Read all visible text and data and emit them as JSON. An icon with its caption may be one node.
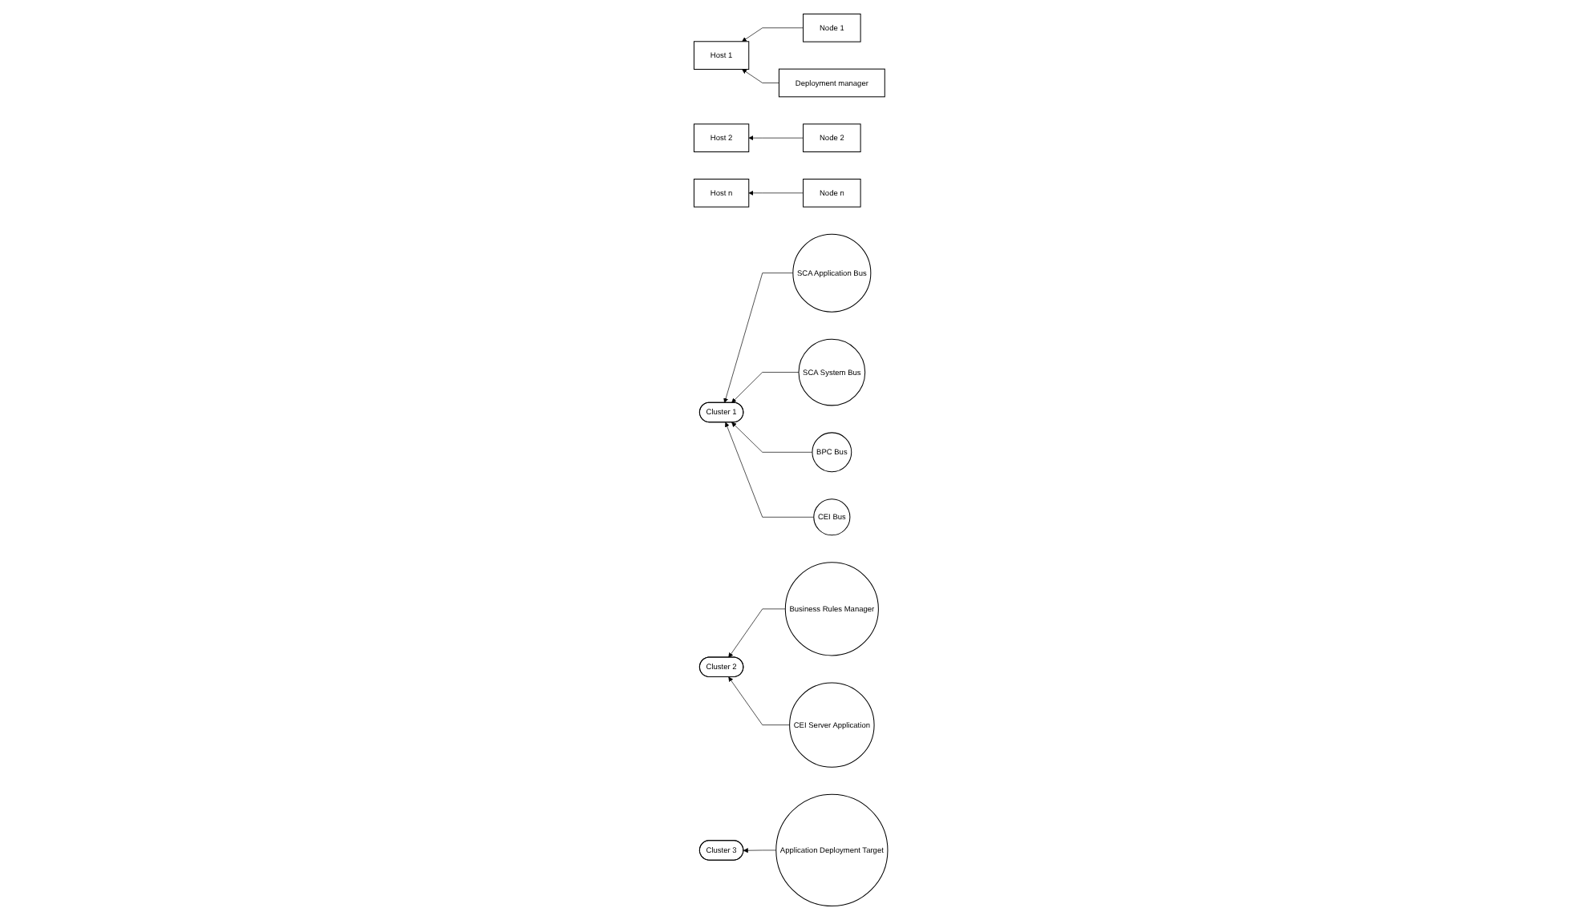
{
  "diagram": {
    "nodes": [
      {
        "text": [
          "Node 1"
        ]
      },
      {
        "text": [
          "Node 2"
        ]
      },
      {
        "text": [
          "Node n"
        ]
      },
      {
        "text": [
          "SCA Application Bus"
        ]
      },
      {
        "text": [
          "Cluster 1"
        ]
      },
      {
        "text": [
          "SCA System Bus"
        ]
      },
      {
        "text": [
          "Cluster 2"
        ]
      },
      {
        "text": [
          "CEI Bus"
        ]
      },
      {
        "text": [
          "Cluster 3"
        ]
      },
      {
        "text": [
          "BPC Bus"
        ]
      },
      {
        "text": [
          "Business Rules Manager"
        ]
      },
      {
        "text": [
          "Host 1"
        ]
      },
      {
        "text": [
          "Host 2"
        ]
      },
      {
        "text": [
          "Host n"
        ]
      },
      {
        "text": [
          "CEI Server Application"
        ]
      },
      {
        "text": [
          "Deployment manager"
        ]
      },
      {
        "text": [
          "Application Deployment Target"
        ]
      }
    ],
    "edges": [
      {
        "from": 0,
        "to": 11,
        "arrow": "to"
      },
      {
        "from": 1,
        "to": 12,
        "arrow": "to"
      },
      {
        "from": 2,
        "to": 13,
        "arrow": "to"
      },
      {
        "from": 3,
        "to": 4,
        "arrow": "to"
      },
      {
        "from": 5,
        "to": 4,
        "arrow": "to"
      },
      {
        "from": 9,
        "to": 4,
        "arrow": "to"
      },
      {
        "from": 7,
        "to": 4,
        "arrow": "to"
      },
      {
        "from": 10,
        "to": 6,
        "arrow": "to"
      },
      {
        "from": 14,
        "to": 6,
        "arrow": "to"
      },
      {
        "from": 16,
        "to": 8,
        "arrow": "to"
      },
      {
        "from": 15,
        "to": 11,
        "arrow": "to"
      }
    ]
  }
}
